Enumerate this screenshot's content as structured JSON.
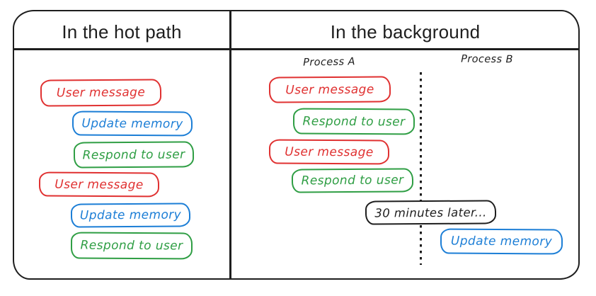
{
  "diagram": {
    "hot_path": {
      "title": "In the hot path",
      "steps": [
        {
          "label": "User message",
          "color": "red"
        },
        {
          "label": "Update memory",
          "color": "blue"
        },
        {
          "label": "Respond to user",
          "color": "green"
        },
        {
          "label": "User message",
          "color": "red"
        },
        {
          "label": "Update memory",
          "color": "blue"
        },
        {
          "label": "Respond to user",
          "color": "green"
        }
      ]
    },
    "background": {
      "title": "In the background",
      "process_a": {
        "label": "Process A",
        "steps": [
          {
            "label": "User message",
            "color": "red"
          },
          {
            "label": "Respond to user",
            "color": "green"
          },
          {
            "label": "User message",
            "color": "red"
          },
          {
            "label": "Respond to user",
            "color": "green"
          }
        ]
      },
      "delay_note": "30 minutes later...",
      "process_b": {
        "label": "Process B",
        "steps": [
          {
            "label": "Update memory",
            "color": "blue"
          }
        ]
      }
    },
    "colors": {
      "red": "#e03131",
      "blue": "#1c7ed6",
      "green": "#2f9e44",
      "ink": "#1e1e1e",
      "background": "#ffffff"
    }
  }
}
